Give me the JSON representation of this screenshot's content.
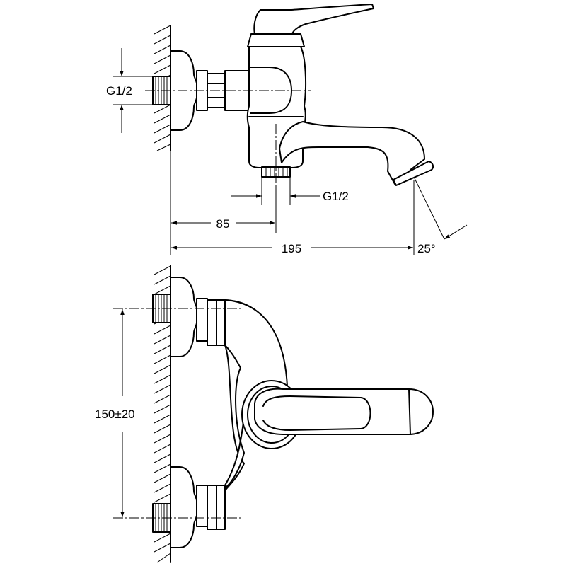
{
  "dimensions": {
    "inlet_thread_top": "G1/2",
    "outlet_thread": "G1/2",
    "inlet_to_outlet": "85",
    "wall_to_spout": "195",
    "spout_angle": "25°",
    "inlet_spacing": "150±20"
  }
}
